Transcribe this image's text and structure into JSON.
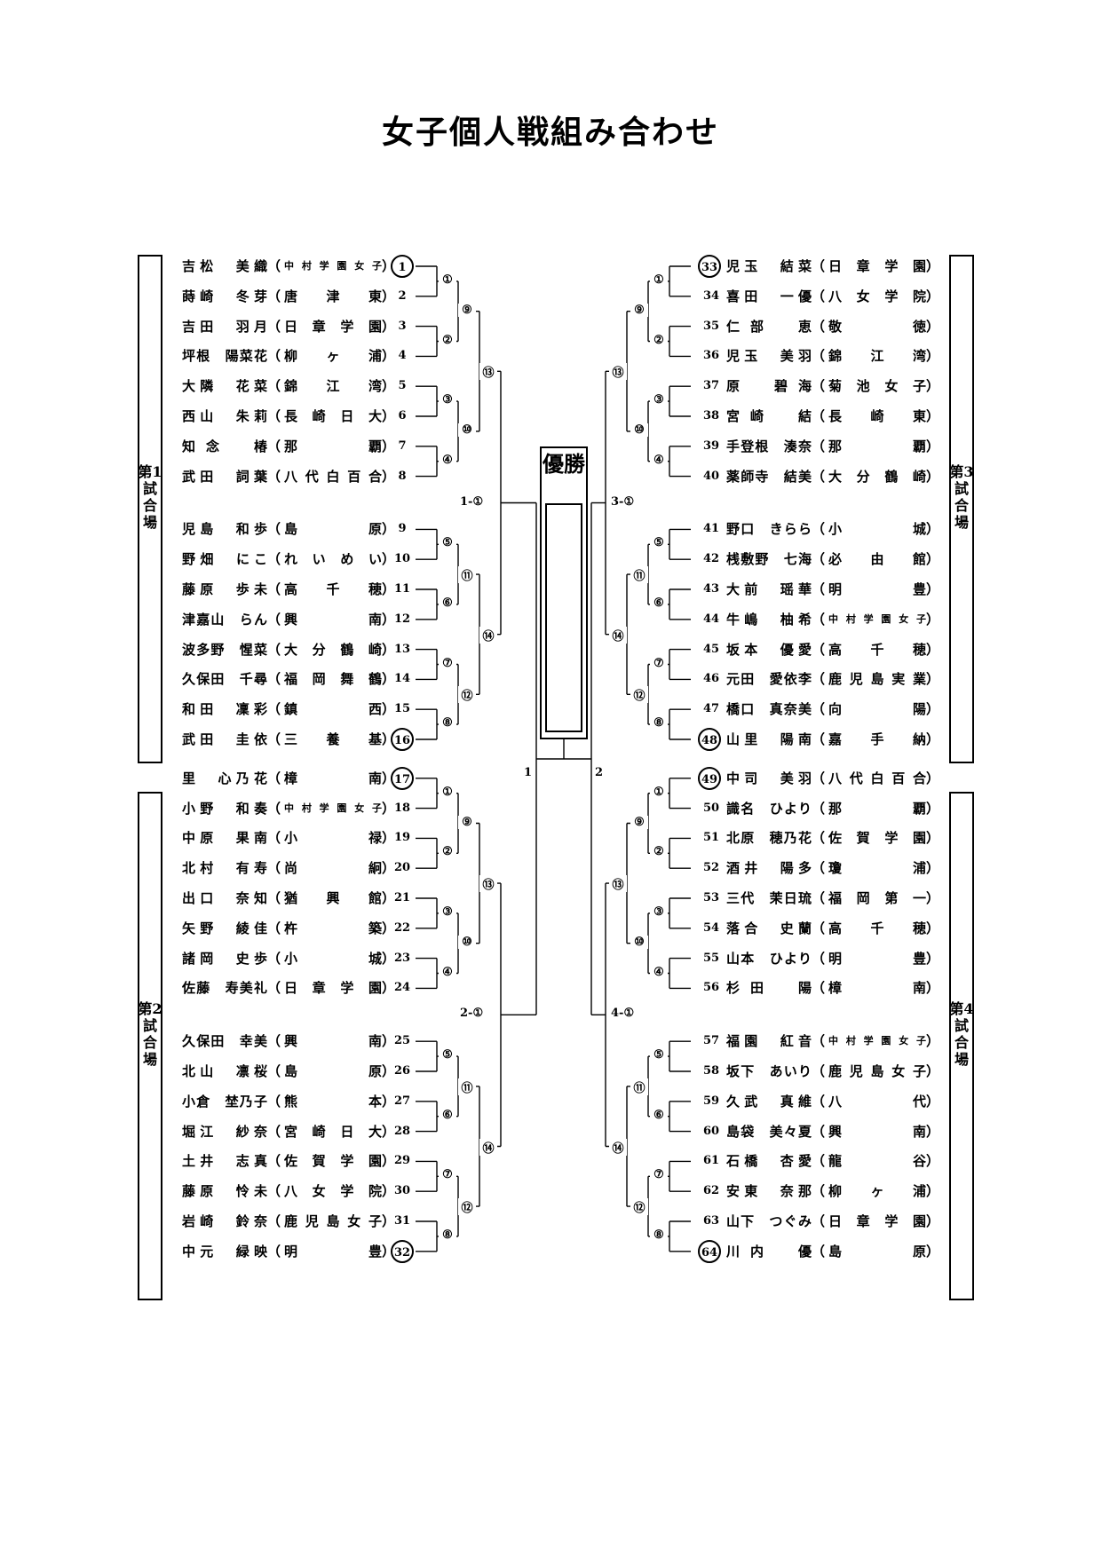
{
  "title": "女子個人戦組み合わせ",
  "champion_label": "優勝",
  "venues": [
    "第1試合場",
    "第2試合場",
    "第3試合場",
    "第4試合場"
  ],
  "final_labels": [
    "1",
    "2"
  ],
  "block_final_labels": [
    "1-①",
    "2-①",
    "3-①",
    "4-①"
  ],
  "match_labels": [
    "①",
    "②",
    "③",
    "④",
    "⑤",
    "⑥",
    "⑦",
    "⑧",
    "⑨",
    "⑩",
    "⑪",
    "⑫",
    "⑬",
    "⑭"
  ],
  "players": [
    {
      "no": "1",
      "name": "吉松　美織",
      "school": "中村学園女子"
    },
    {
      "no": "2",
      "name": "蒔崎　冬芽",
      "school": "唐津東"
    },
    {
      "no": "3",
      "name": "吉田　羽月",
      "school": "日章学園"
    },
    {
      "no": "4",
      "name": "坪根　陽菜花",
      "school": "柳ヶ浦"
    },
    {
      "no": "5",
      "name": "大隣　花菜",
      "school": "錦江湾"
    },
    {
      "no": "6",
      "name": "西山　朱莉",
      "school": "長崎日大"
    },
    {
      "no": "7",
      "name": "知念　椿",
      "school": "那覇"
    },
    {
      "no": "8",
      "name": "武田　詞葉",
      "school": "八代白百合"
    },
    {
      "no": "9",
      "name": "児島　和歩",
      "school": "島原"
    },
    {
      "no": "10",
      "name": "野畑　にこ",
      "school": "れいめい"
    },
    {
      "no": "11",
      "name": "藤原　歩未",
      "school": "高千穂"
    },
    {
      "no": "12",
      "name": "津嘉山　らん",
      "school": "興南"
    },
    {
      "no": "13",
      "name": "波多野　惺菜",
      "school": "大分鶴崎"
    },
    {
      "no": "14",
      "name": "久保田　千尋",
      "school": "福岡舞鶴"
    },
    {
      "no": "15",
      "name": "和田　凜彩",
      "school": "鎮西"
    },
    {
      "no": "16",
      "name": "武田　圭依",
      "school": "三養基"
    },
    {
      "no": "17",
      "name": "里　心乃花",
      "school": "樟南"
    },
    {
      "no": "18",
      "name": "小野　和奏",
      "school": "中村学園女子"
    },
    {
      "no": "19",
      "name": "中原　果南",
      "school": "小禄"
    },
    {
      "no": "20",
      "name": "北村　有寿",
      "school": "尚絅"
    },
    {
      "no": "21",
      "name": "出口　奈知",
      "school": "猶興館"
    },
    {
      "no": "22",
      "name": "矢野　綾佳",
      "school": "杵築"
    },
    {
      "no": "23",
      "name": "諸岡　史歩",
      "school": "小城"
    },
    {
      "no": "24",
      "name": "佐藤　寿美礼",
      "school": "日章学園"
    },
    {
      "no": "25",
      "name": "久保田　幸美",
      "school": "興南"
    },
    {
      "no": "26",
      "name": "北山　凛桜",
      "school": "島原"
    },
    {
      "no": "27",
      "name": "小倉　埜乃子",
      "school": "熊本"
    },
    {
      "no": "28",
      "name": "堀江　紗奈",
      "school": "宮崎日大"
    },
    {
      "no": "29",
      "name": "土井　志真",
      "school": "佐賀学園"
    },
    {
      "no": "30",
      "name": "藤原　怜未",
      "school": "八女学院"
    },
    {
      "no": "31",
      "name": "岩崎　鈴奈",
      "school": "鹿児島女子"
    },
    {
      "no": "32",
      "name": "中元　緑映",
      "school": "明豊"
    },
    {
      "no": "33",
      "name": "児玉　結菜",
      "school": "日章学園"
    },
    {
      "no": "34",
      "name": "喜田　一優",
      "school": "八女学院"
    },
    {
      "no": "35",
      "name": "仁部　恵",
      "school": "敬徳"
    },
    {
      "no": "36",
      "name": "児玉　美羽",
      "school": "錦江湾"
    },
    {
      "no": "37",
      "name": "原　碧海",
      "school": "菊池女子"
    },
    {
      "no": "38",
      "name": "宮崎　結",
      "school": "長崎東"
    },
    {
      "no": "39",
      "name": "手登根　湊奈",
      "school": "那覇"
    },
    {
      "no": "40",
      "name": "薬師寺　結美",
      "school": "大分鶴崎"
    },
    {
      "no": "41",
      "name": "野口　きらら",
      "school": "小城"
    },
    {
      "no": "42",
      "name": "桟敷野　七海",
      "school": "必由館"
    },
    {
      "no": "43",
      "name": "大前　瑶華",
      "school": "明豊"
    },
    {
      "no": "44",
      "name": "牛嶋　柚希",
      "school": "中村学園女子"
    },
    {
      "no": "45",
      "name": "坂本　優愛",
      "school": "高千穂"
    },
    {
      "no": "46",
      "name": "元田　愛依李",
      "school": "鹿児島実業"
    },
    {
      "no": "47",
      "name": "橋口　真奈美",
      "school": "向陽"
    },
    {
      "no": "48",
      "name": "山里　陽南",
      "school": "嘉手納"
    },
    {
      "no": "49",
      "name": "中司　美羽",
      "school": "八代白百合"
    },
    {
      "no": "50",
      "name": "識名　ひより",
      "school": "那覇"
    },
    {
      "no": "51",
      "name": "北原　穂乃花",
      "school": "佐賀学園"
    },
    {
      "no": "52",
      "name": "酒井　陽多",
      "school": "瓊浦"
    },
    {
      "no": "53",
      "name": "三代　茉日琉",
      "school": "福岡第一"
    },
    {
      "no": "54",
      "name": "落合　史蘭",
      "school": "高千穂"
    },
    {
      "no": "55",
      "name": "山本　ひより",
      "school": "明豊"
    },
    {
      "no": "56",
      "name": "杉田　陽",
      "school": "樟南"
    },
    {
      "no": "57",
      "name": "福園　紅音",
      "school": "中村学園女子"
    },
    {
      "no": "58",
      "name": "坂下　あいり",
      "school": "鹿児島女子"
    },
    {
      "no": "59",
      "name": "久武　真維",
      "school": "八代"
    },
    {
      "no": "60",
      "name": "島袋　美々夏",
      "school": "興南"
    },
    {
      "no": "61",
      "name": "石橋　杏愛",
      "school": "龍谷"
    },
    {
      "no": "62",
      "name": "安東　奈那",
      "school": "柳ヶ浦"
    },
    {
      "no": "63",
      "name": "山下　つぐみ",
      "school": "日章学園"
    },
    {
      "no": "64",
      "name": "川内　優",
      "school": "島原"
    }
  ]
}
